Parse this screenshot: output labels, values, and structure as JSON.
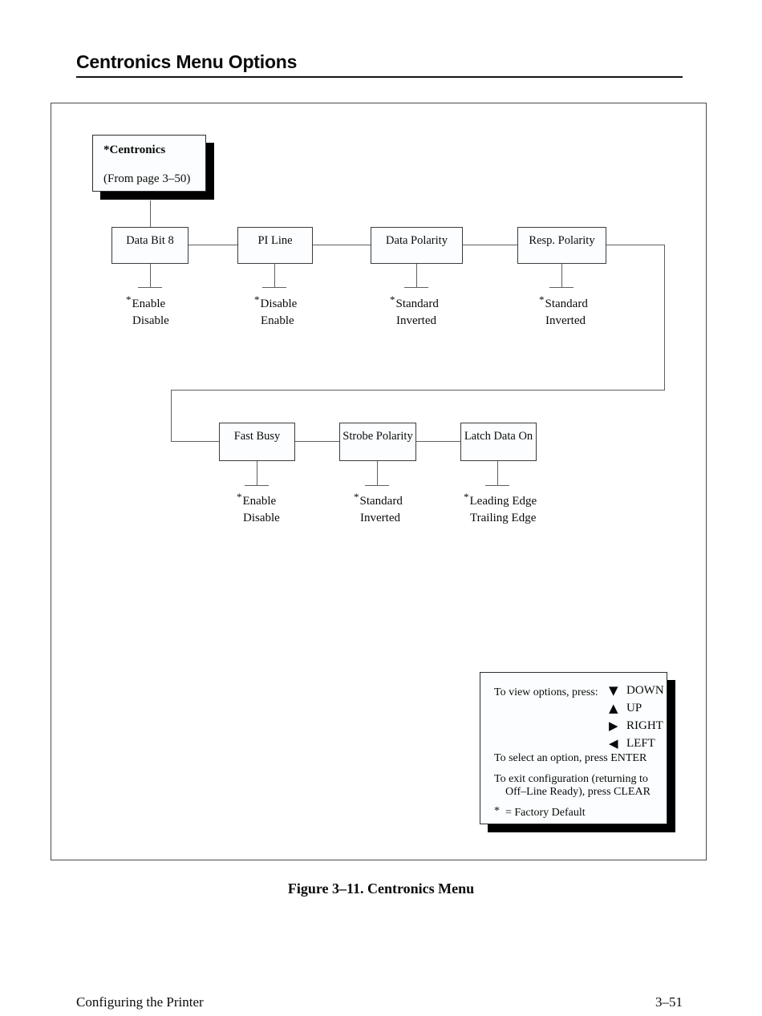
{
  "page": {
    "title": "Centronics Menu Options",
    "caption": "Figure 3–11. Centronics Menu",
    "footer": {
      "left": "Configuring the Printer",
      "right": "3–51"
    }
  },
  "diagram": {
    "default_marker": "*",
    "root": {
      "title": "*Centronics",
      "subtitle": "(From page 3–50)"
    },
    "row1": [
      {
        "label": "Data Bit 8",
        "options": [
          "Enable",
          "Disable"
        ]
      },
      {
        "label": "PI Line",
        "options": [
          "Disable",
          "Enable"
        ]
      },
      {
        "label": "Data Polarity",
        "options": [
          "Standard",
          "Inverted"
        ]
      },
      {
        "label": "Resp. Polarity",
        "options": [
          "Standard",
          "Inverted"
        ]
      }
    ],
    "row2": [
      {
        "label": "Fast Busy",
        "options": [
          "Enable",
          "Disable"
        ]
      },
      {
        "label": "Strobe Polarity",
        "options": [
          "Standard",
          "Inverted"
        ]
      },
      {
        "label": "Latch Data On",
        "options": [
          "Leading Edge",
          "Trailing Edge"
        ]
      }
    ],
    "legend": {
      "view_line": "To view options, press:",
      "keys": [
        {
          "icon": "down-arrow-icon",
          "glyph": "▼",
          "label": "DOWN"
        },
        {
          "icon": "up-arrow-icon",
          "glyph": "▲",
          "label": "UP"
        },
        {
          "icon": "right-arrow-icon",
          "glyph": "▶",
          "label": "RIGHT"
        },
        {
          "icon": "left-arrow-icon",
          "glyph": "◀",
          "label": "LEFT"
        }
      ],
      "select_line": "To select an option, press ENTER",
      "exit_line1": "To exit configuration (returning to",
      "exit_line2": "Off–Line Ready), press CLEAR",
      "default_marker": "*",
      "default_text": "=  Factory Default"
    }
  },
  "colors": {
    "box_fill": "#fbfdfe",
    "shadow": "#000000",
    "line": "#5f5f5f",
    "border": "#3c3c3c"
  }
}
